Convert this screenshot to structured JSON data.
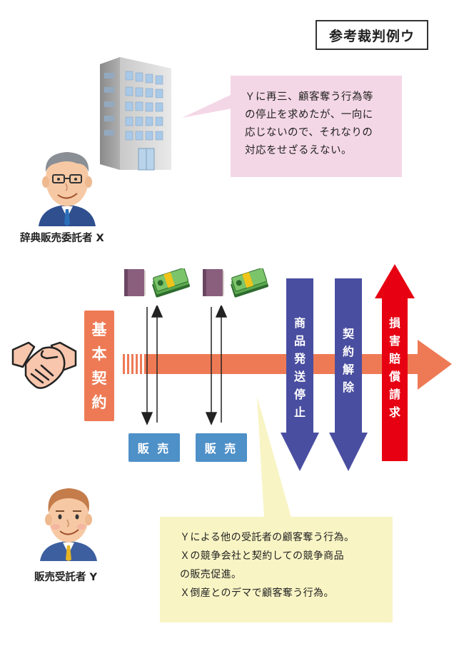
{
  "title": "参考裁判例ウ",
  "top_bubble": {
    "lines": [
      "Ｙに再三、顧客奪う行為等",
      "の停止を求めたが、一向に",
      "応じないので、それなりの",
      "対応をせざるえない。"
    ]
  },
  "person_x": {
    "label": "辞典販売委託者 X"
  },
  "person_y": {
    "label": "販売受託者 Y"
  },
  "contract": {
    "label": [
      "基",
      "本",
      "契",
      "約"
    ]
  },
  "sales": [
    {
      "label": "販 売"
    },
    {
      "label": "販 売"
    }
  ],
  "arrows": {
    "stop_shipment": {
      "label": [
        "商",
        "品",
        "発",
        "送",
        "停",
        "止"
      ],
      "color": "#4a4ea0"
    },
    "termination": {
      "label": [
        "契",
        "約",
        "解",
        "除"
      ],
      "color": "#4a4ea0"
    },
    "damages": {
      "label": [
        "損",
        "害",
        "賠",
        "償",
        "請",
        "求"
      ],
      "color": "#e60012"
    }
  },
  "bottom_bubble": {
    "lines": [
      "Ｙによる他の受託者の顧客奪う行為。",
      "Ｘの競争会社と契約しての競争商品",
      "の販売促進。",
      "Ｘ倒産とのデマで顧客奪う行為。"
    ]
  },
  "colors": {
    "main_arrow": "#ee7a55",
    "sale_button": "#4e90c8",
    "pink_bubble": "#f4d7e6",
    "yellow_bubble": "#f8f4c4"
  }
}
